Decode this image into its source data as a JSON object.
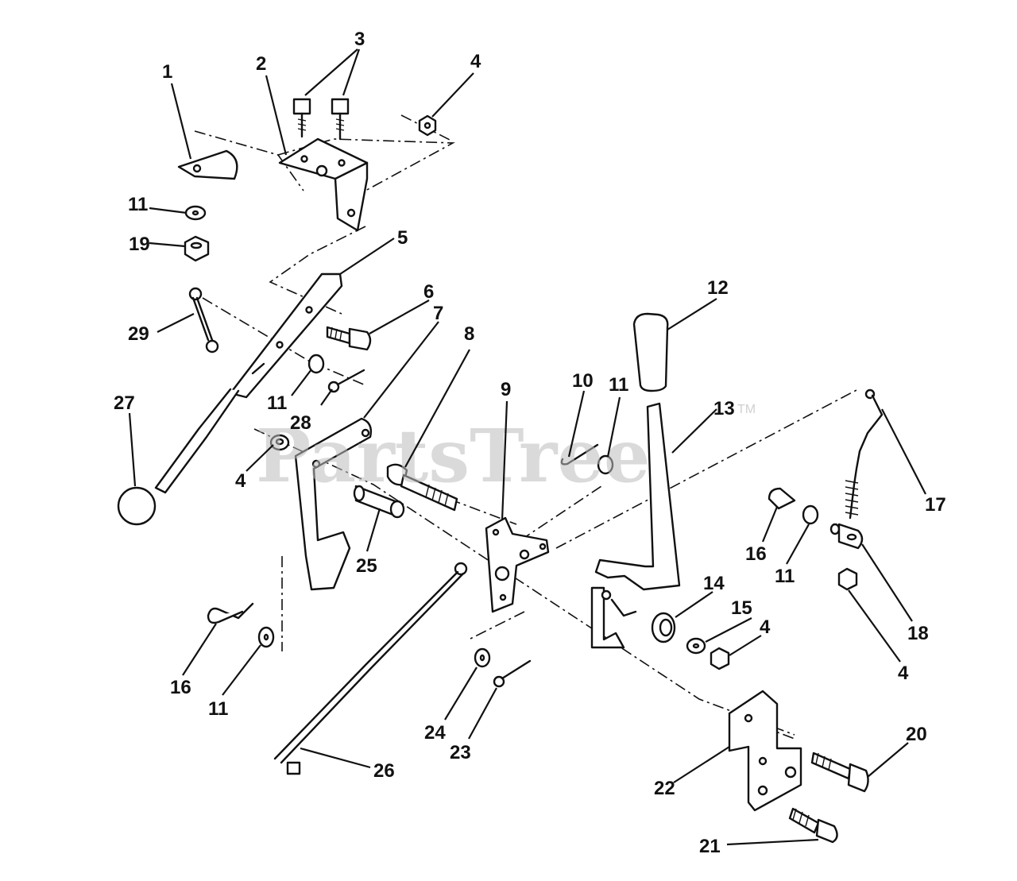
{
  "watermark": {
    "text": "PartsTree",
    "trademark": "TM"
  },
  "callouts": [
    {
      "id": "c1",
      "label": "1"
    },
    {
      "id": "c2",
      "label": "2"
    },
    {
      "id": "c3",
      "label": "3"
    },
    {
      "id": "c4a",
      "label": "4"
    },
    {
      "id": "c5",
      "label": "5"
    },
    {
      "id": "c6",
      "label": "6"
    },
    {
      "id": "c7",
      "label": "7"
    },
    {
      "id": "c8",
      "label": "8"
    },
    {
      "id": "c9",
      "label": "9"
    },
    {
      "id": "c10",
      "label": "10"
    },
    {
      "id": "c11a",
      "label": "11"
    },
    {
      "id": "c11b",
      "label": "11"
    },
    {
      "id": "c11c",
      "label": "11"
    },
    {
      "id": "c11d",
      "label": "11"
    },
    {
      "id": "c11e",
      "label": "11"
    },
    {
      "id": "c12",
      "label": "12"
    },
    {
      "id": "c13",
      "label": "13"
    },
    {
      "id": "c14",
      "label": "14"
    },
    {
      "id": "c15",
      "label": "15"
    },
    {
      "id": "c4b",
      "label": "4"
    },
    {
      "id": "c4c",
      "label": "4"
    },
    {
      "id": "c4d",
      "label": "4"
    },
    {
      "id": "c16a",
      "label": "16"
    },
    {
      "id": "c16b",
      "label": "16"
    },
    {
      "id": "c17",
      "label": "17"
    },
    {
      "id": "c18",
      "label": "18"
    },
    {
      "id": "c19",
      "label": "19"
    },
    {
      "id": "c20",
      "label": "20"
    },
    {
      "id": "c21",
      "label": "21"
    },
    {
      "id": "c22",
      "label": "22"
    },
    {
      "id": "c23",
      "label": "23"
    },
    {
      "id": "c24",
      "label": "24"
    },
    {
      "id": "c25",
      "label": "25"
    },
    {
      "id": "c26",
      "label": "26"
    },
    {
      "id": "c27",
      "label": "27"
    },
    {
      "id": "c28",
      "label": "28"
    },
    {
      "id": "c29",
      "label": "29"
    }
  ]
}
